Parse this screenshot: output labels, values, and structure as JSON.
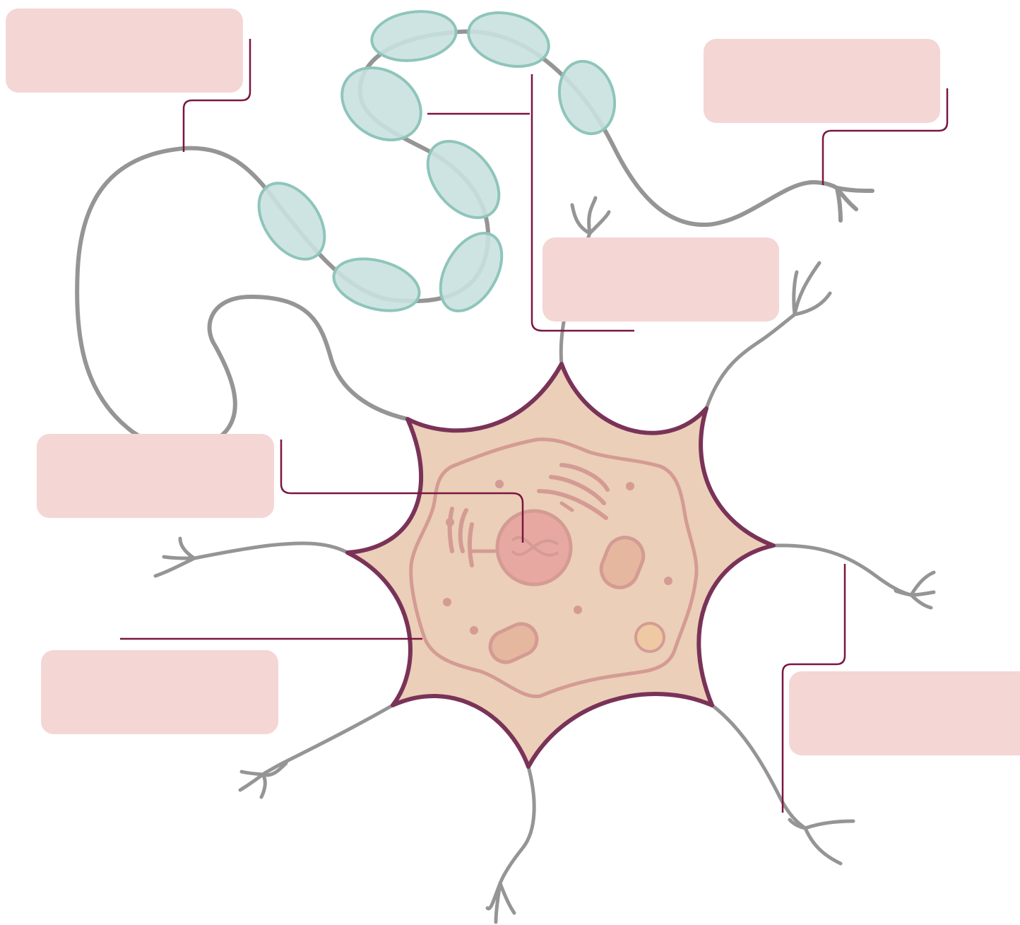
{
  "diagram": {
    "colors": {
      "label_box": "#f4d6d5",
      "leader_line": "#7a1640",
      "process": "#959595",
      "myelin_fill": "#c9e1e0",
      "myelin_stroke": "#8fc5bb",
      "soma_fill": "#ebcfb8",
      "soma_outline": "#7a3358",
      "organelle": "#d49b94",
      "nucleus_fill": "#e8a8a2",
      "mitochondrion_fill": "#e6b79f",
      "vesicle_fill": "#eec9a3"
    },
    "labels": [
      {
        "id": "label-top-left",
        "text": ""
      },
      {
        "id": "label-top-right",
        "text": ""
      },
      {
        "id": "label-center-right",
        "text": ""
      },
      {
        "id": "label-middle-left",
        "text": ""
      },
      {
        "id": "label-bottom-left",
        "text": ""
      },
      {
        "id": "label-bottom-right",
        "text": ""
      }
    ]
  }
}
